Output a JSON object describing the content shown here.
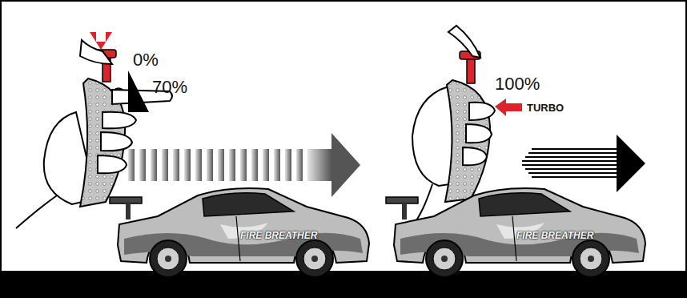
{
  "diagram": {
    "labels": [
      "0%",
      "70%",
      "100%",
      "TURBO",
      "FIRE BREATHER",
      "FIRE BREATHER"
    ]
  }
}
